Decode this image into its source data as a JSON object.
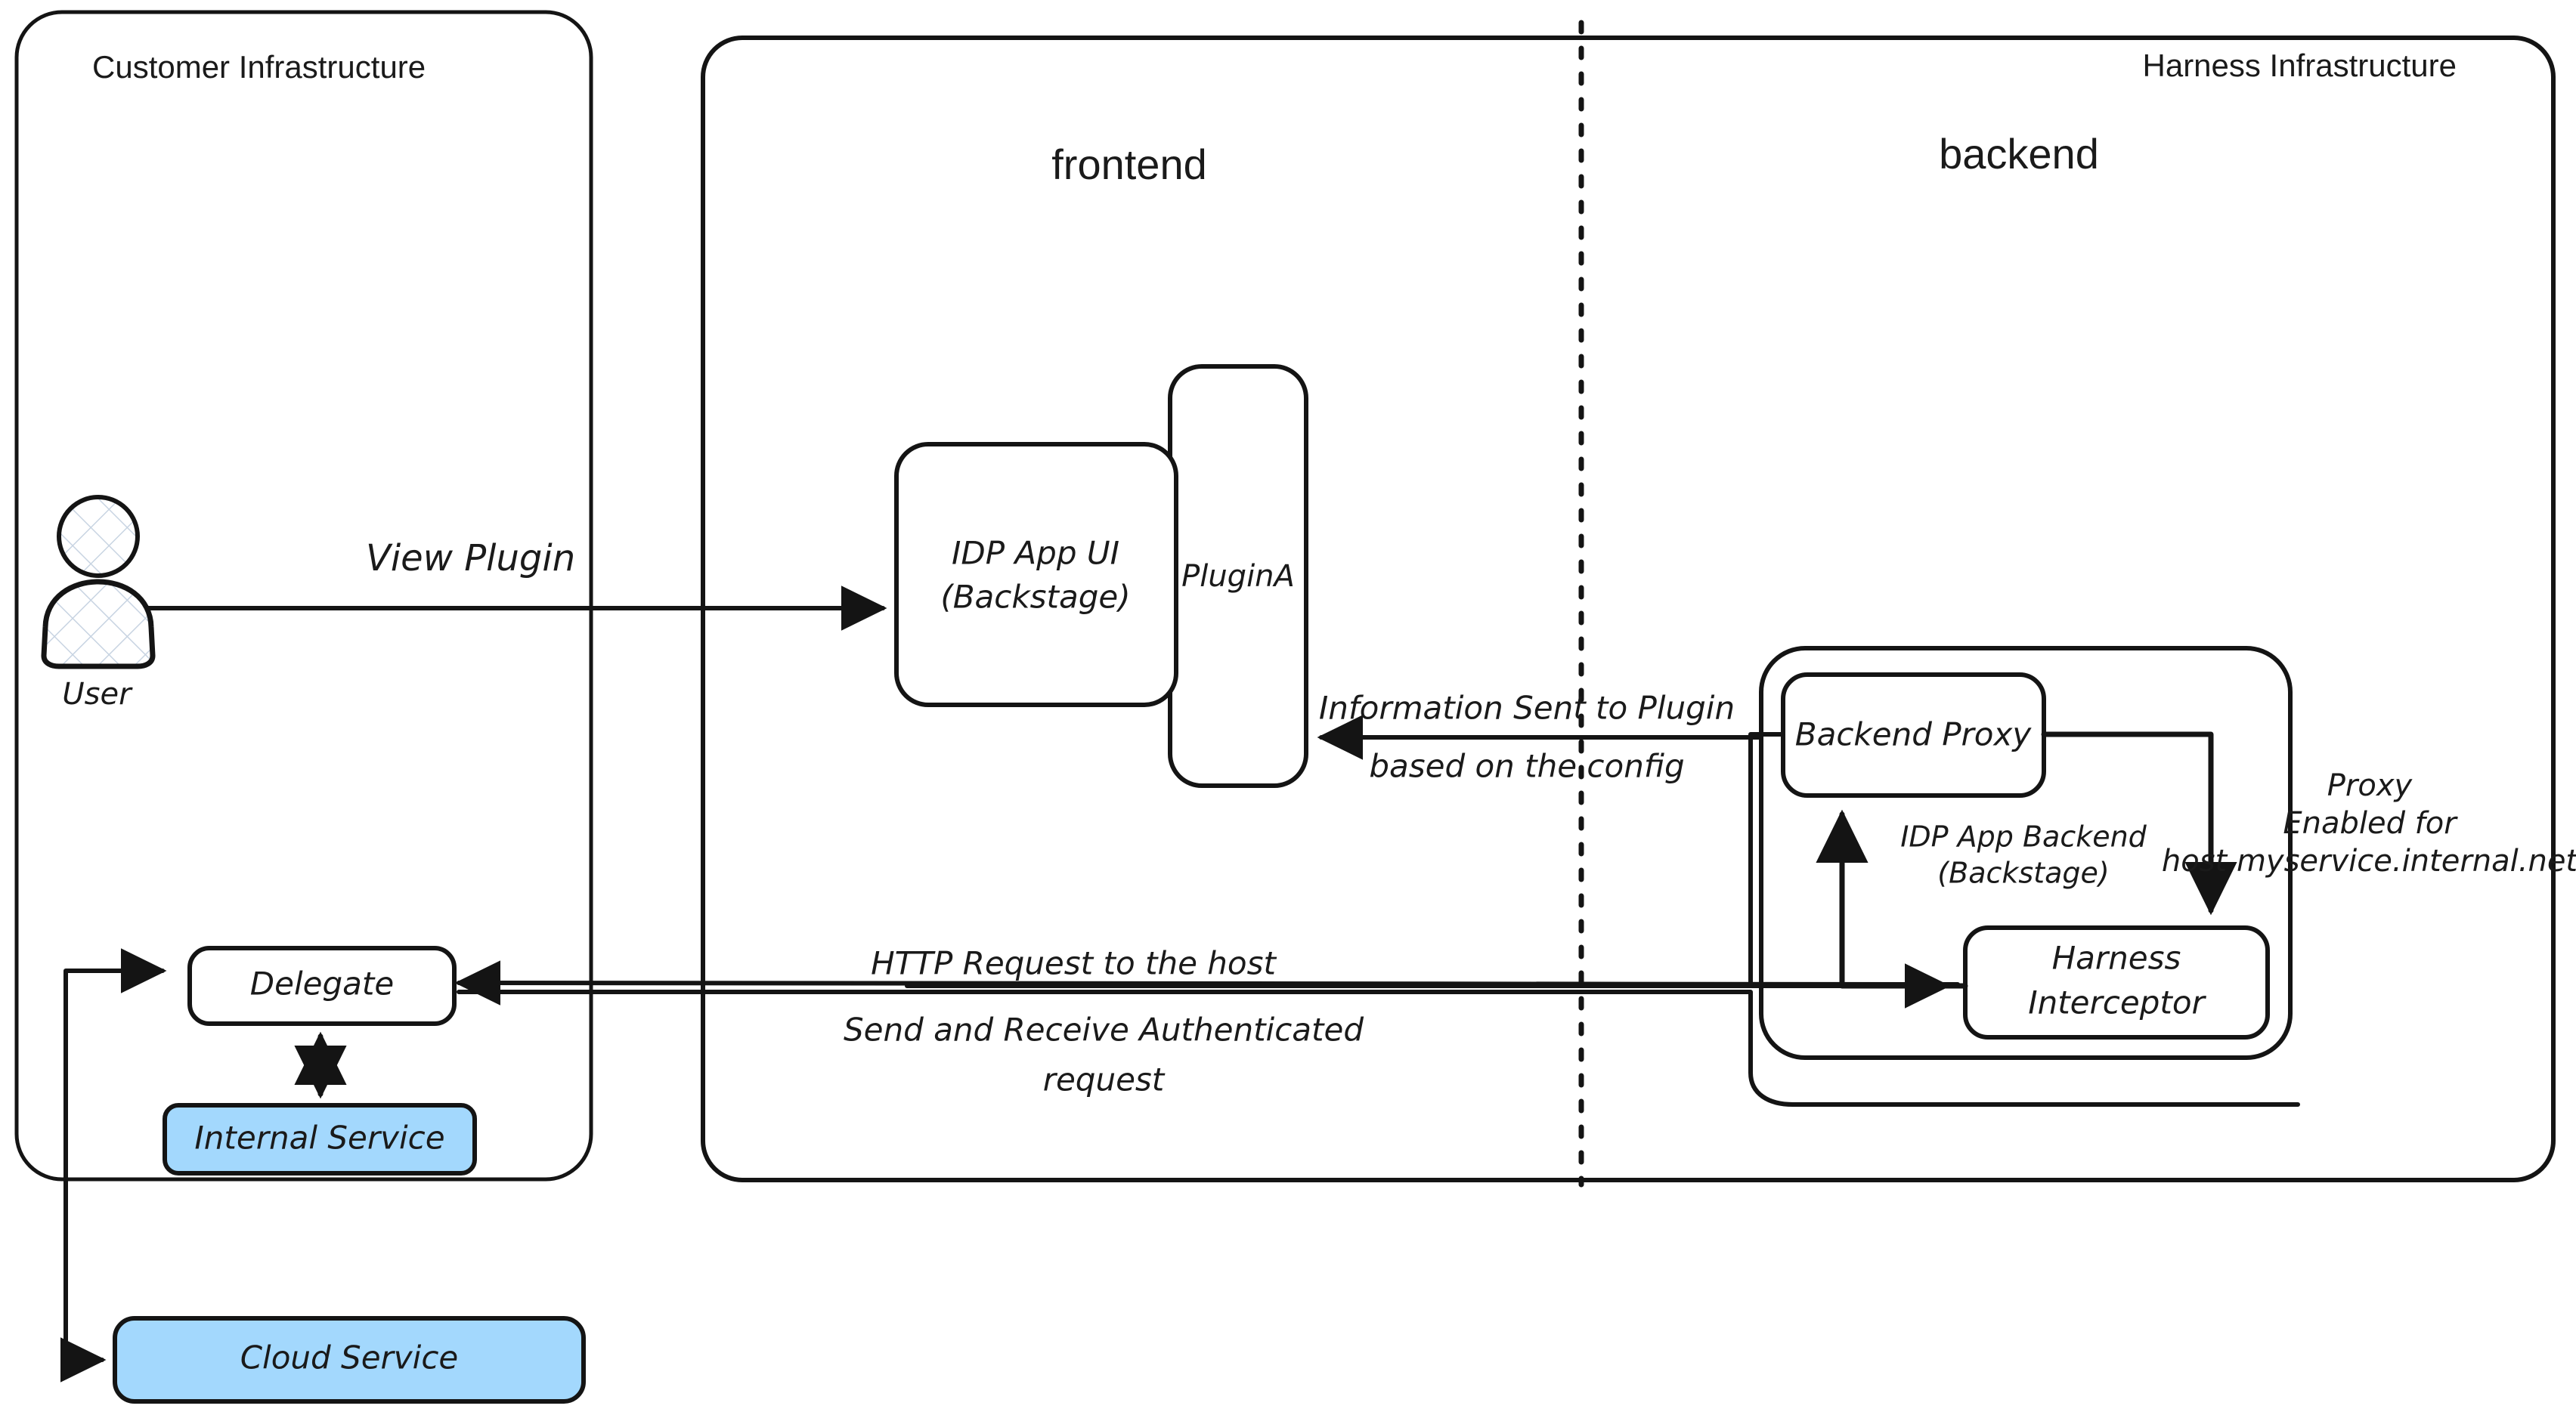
{
  "diagram": {
    "title_left": "Customer Infrastructure",
    "title_right": "Harness Infrastructure",
    "zones": {
      "frontend": "frontend",
      "backend": "backend"
    },
    "actors": {
      "user_label": "User"
    },
    "nodes": {
      "idp_app_ui_line1": "IDP App UI",
      "idp_app_ui_line2": "(Backstage)",
      "plugin_a": "PluginA",
      "backend_proxy": "Backend Proxy",
      "idp_app_backend_line1": "IDP App Backend",
      "idp_app_backend_line2": "(Backstage)",
      "harness_interceptor_line1": "Harness",
      "harness_interceptor_line2": "Interceptor",
      "delegate": "Delegate",
      "internal_service": "Internal Service",
      "cloud_service": "Cloud Service"
    },
    "edges": {
      "view_plugin": "View Plugin",
      "information_sent_line1": "Information Sent to Plugin",
      "information_sent_line2": "based on the config",
      "http_request": "HTTP Request to the host",
      "send_receive_line1": "Send and Receive Authenticated",
      "send_receive_line2": "request",
      "proxy_enabled_line1": "Proxy",
      "proxy_enabled_line2": "Enabled for",
      "proxy_enabled_line3": "host myservice.internal.net"
    },
    "colors": {
      "service_fill": "#a3d8fd",
      "stroke": "#141414",
      "background": "#ffffff",
      "text": "#1a1a1a"
    }
  }
}
